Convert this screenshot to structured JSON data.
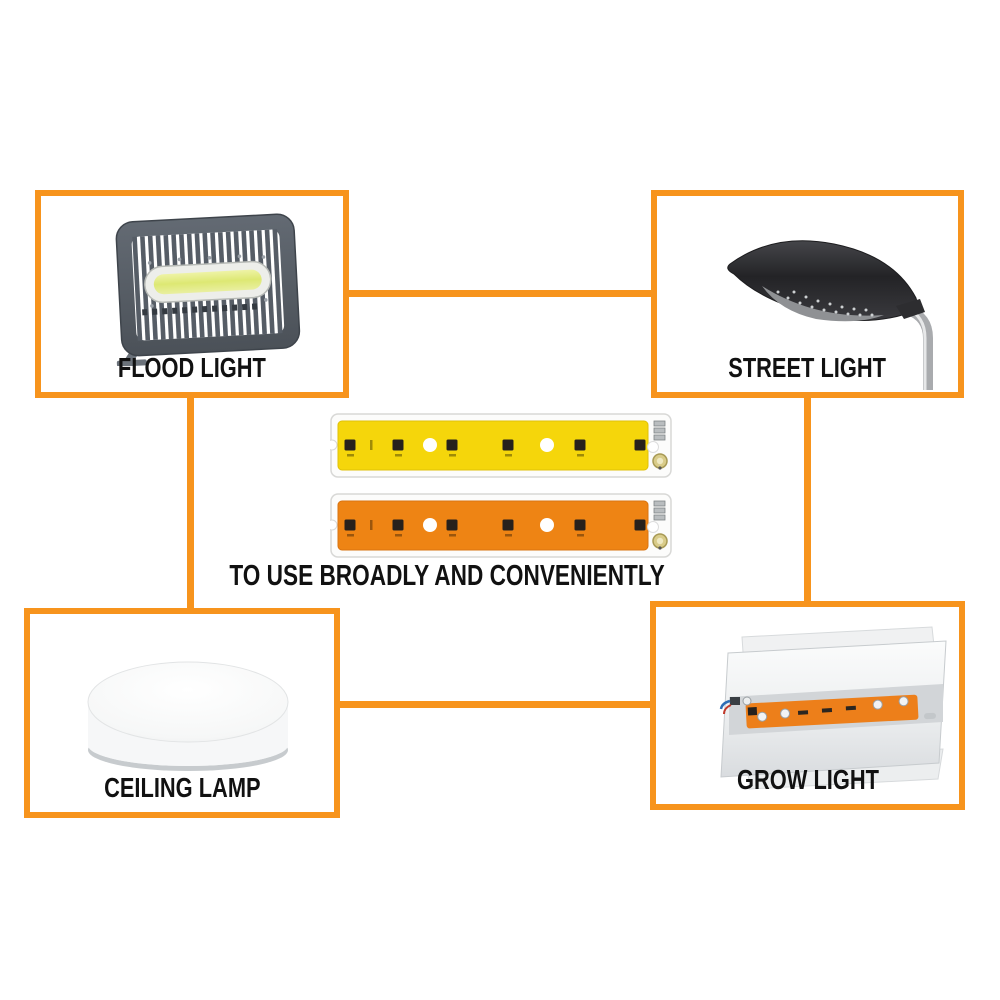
{
  "page": {
    "background_color": "#ffffff",
    "accent_color": "#F7941D",
    "text_color": "#111111"
  },
  "caption": "TO USE BROADLY AND CONVENIENTLY",
  "cob_strips": [
    {
      "name": "warm-white-cob-strip",
      "body_color": "#F5D60B",
      "chip_color": "#27211C"
    },
    {
      "name": "full-spectrum-cob-strip",
      "body_color": "#EE8414",
      "chip_color": "#27211C"
    }
  ],
  "applications": [
    {
      "label": "FLOOD LIGHT",
      "position": "top-left"
    },
    {
      "label": "STREET LIGHT",
      "position": "top-right"
    },
    {
      "label": "CEILING LAMP",
      "position": "bottom-left"
    },
    {
      "label": "GROW LIGHT",
      "position": "bottom-right"
    }
  ]
}
